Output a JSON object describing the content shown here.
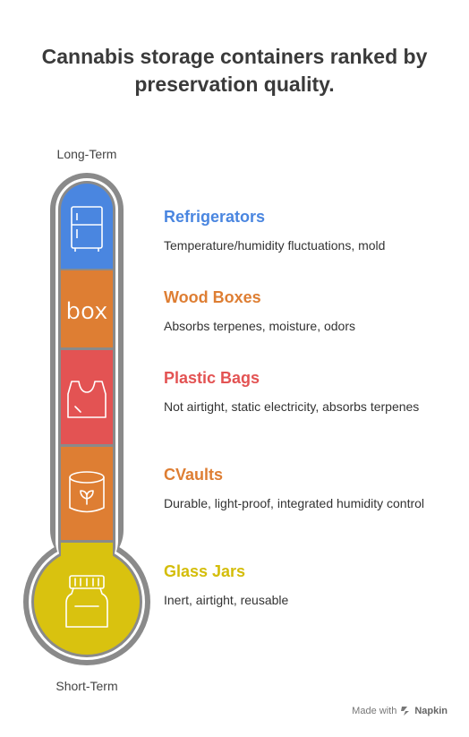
{
  "title": "Cannabis storage containers ranked by preservation quality.",
  "axis": {
    "top_label": "Long-Term",
    "bottom_label": "Short-Term"
  },
  "items": [
    {
      "title": "Refrigerators",
      "description": "Temperature/humidity fluctuations, mold",
      "color": "#4a86e0",
      "icon": "refrigerator-icon"
    },
    {
      "title": "Wood Boxes",
      "description": "Absorbs terpenes, moisture, odors",
      "color": "#de7e33",
      "icon": "box-icon",
      "icon_text": "box"
    },
    {
      "title": "Plastic Bags",
      "description": "Not airtight, static electricity, absorbs terpenes",
      "color": "#e35353",
      "icon": "plastic-bag-icon"
    },
    {
      "title": "CVaults",
      "description": "Durable, light-proof, integrated humidity control",
      "color": "#de7e33",
      "icon": "container-leaf-icon"
    },
    {
      "title": "Glass Jars",
      "description": "Inert, airtight, reusable",
      "color": "#d9c20f",
      "icon": "jar-icon"
    }
  ],
  "colors": {
    "shell": "#8a8a8a",
    "title_text": "#3a3a3a",
    "glass_jars_title": "#d4bd0a"
  },
  "footer": {
    "made_with": "Made with",
    "brand": "Napkin",
    "icon": "napkin-logo-icon"
  }
}
